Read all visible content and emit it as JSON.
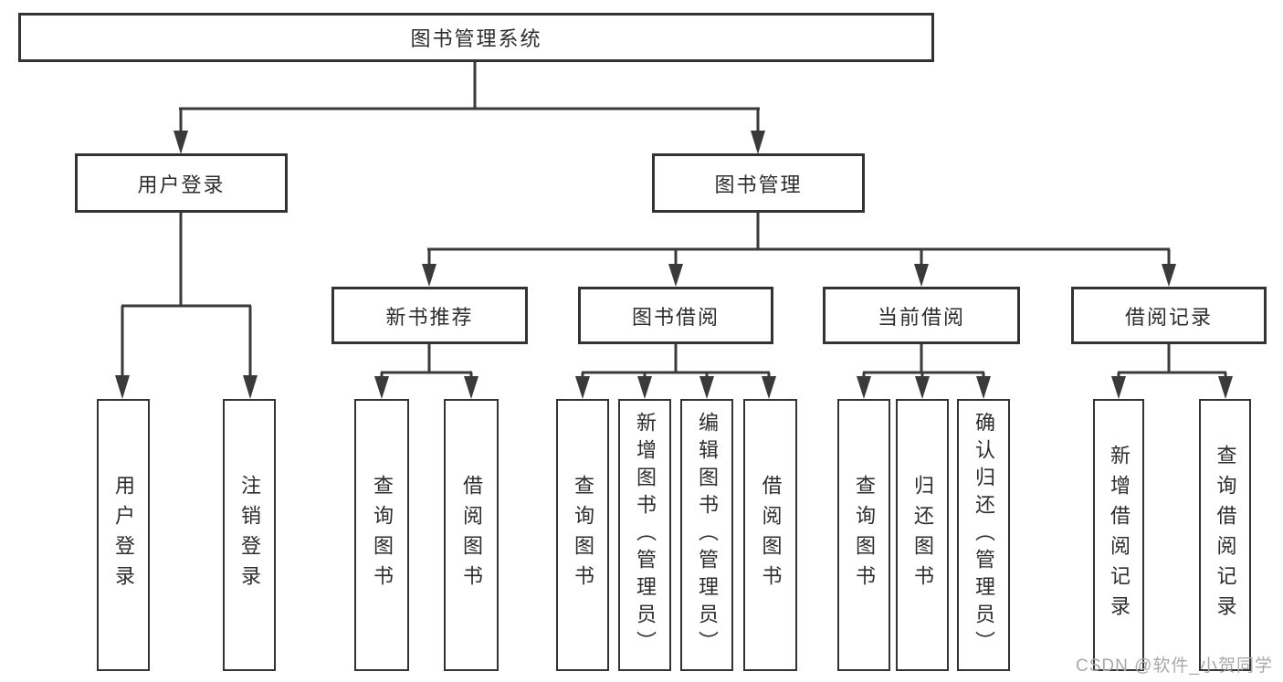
{
  "diagram": {
    "root": {
      "label": "图书管理系统"
    },
    "branches": {
      "user_login": {
        "label": "用户登录",
        "children": [
          "用户登录",
          "注销登录"
        ]
      },
      "book_management": {
        "label": "图书管理",
        "sections": [
          {
            "label": "新书推荐",
            "children": [
              "查询图书",
              "借阅图书"
            ]
          },
          {
            "label": "图书借阅",
            "children": [
              "查询图书",
              "新增图书（管理员）",
              "编辑图书（管理员）",
              "借阅图书"
            ]
          },
          {
            "label": "当前借阅",
            "children": [
              "查询图书",
              "归还图书",
              "确认归还（管理员）"
            ]
          },
          {
            "label": "借阅记录",
            "children": [
              "新增借阅记录",
              "查询借阅记录"
            ]
          }
        ]
      }
    },
    "watermark": "CSDN @软件_小贺同学",
    "colors": {
      "line": "#3a3a3a",
      "box_border": "#333333",
      "box_fill": "#ffffff",
      "text": "#2d2d2d",
      "watermark": "#a9a9ad",
      "background": "#ffffff"
    }
  }
}
